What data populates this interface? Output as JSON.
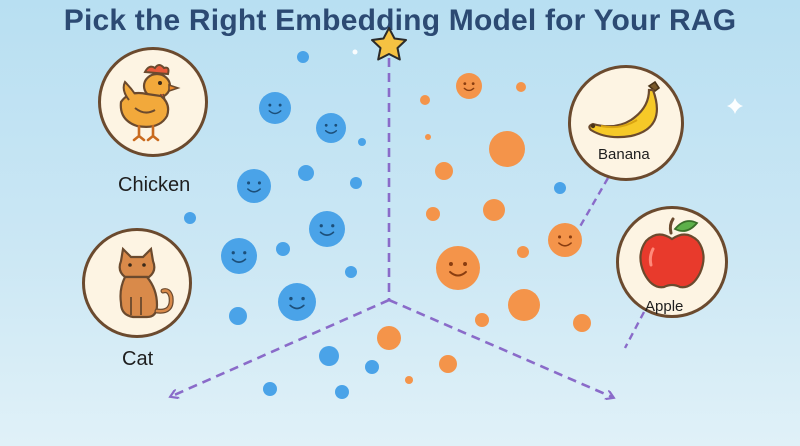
{
  "title": "Pick the Right Embedding Model for Your RAG",
  "colors": {
    "title": "#2c4a73",
    "axis": "#8a6bc9",
    "blue_cluster": "#4aa3e8",
    "orange_cluster": "#f4944a",
    "badge_border": "#6b4a2e",
    "badge_fill": "#fdf4e3",
    "star": "#f5c242"
  },
  "items": [
    {
      "label": "Chicken",
      "icon": "chicken-icon"
    },
    {
      "label": "Cat",
      "icon": "cat-icon"
    },
    {
      "label": "Banana",
      "icon": "banana-icon"
    },
    {
      "label": "Apple",
      "icon": "apple-icon"
    }
  ],
  "decorations": [
    "star-icon",
    "sparkle-icon"
  ]
}
